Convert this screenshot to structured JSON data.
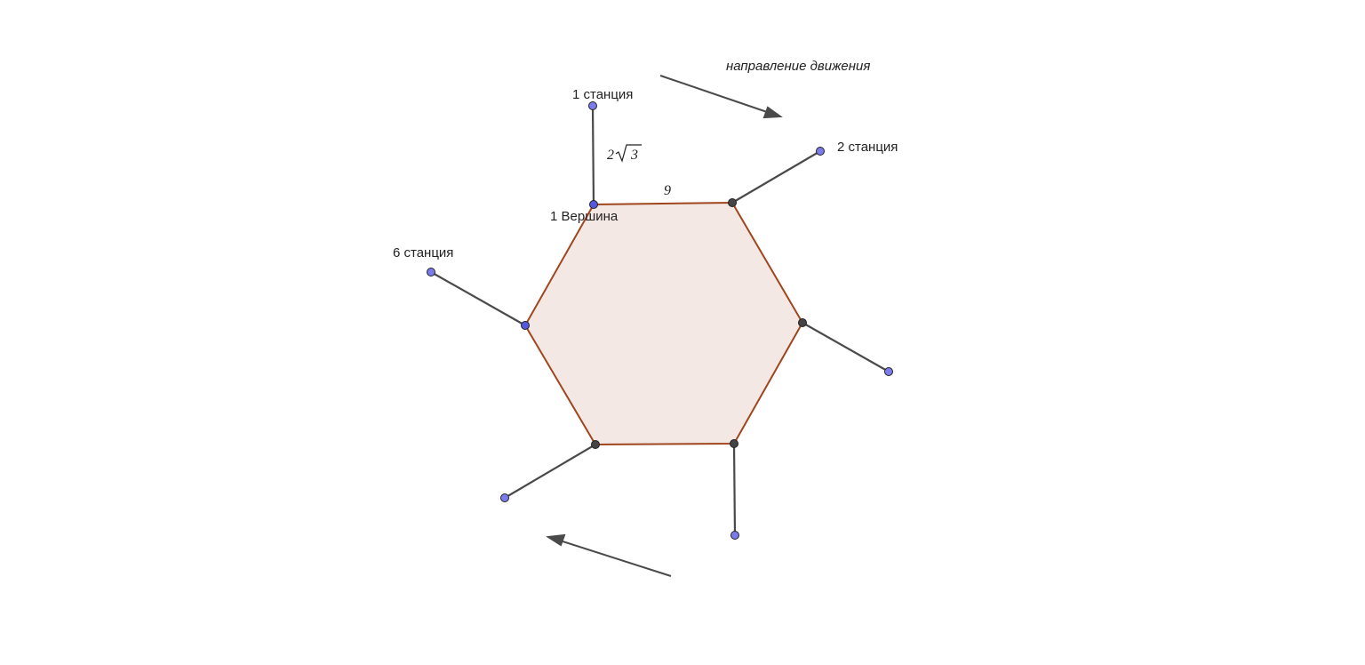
{
  "colors": {
    "hexagon_fill": "#f3e8e3",
    "hexagon_stroke": "#a0461e",
    "segment": "#4a4a4a",
    "station_point": "#7b7bec",
    "vertex_point_dark": "#444444",
    "vertex_point_blue": "#5757e0",
    "point_outline": "#222222"
  },
  "labels": {
    "direction": "направление движения",
    "station_1": "1 станция",
    "station_2": "2 станция",
    "station_6": "6 станция",
    "vertex_1": "1 Вершина",
    "side_length": "9",
    "spoke_length_coef": "2",
    "spoke_length_radicand": "3"
  },
  "icons": {
    "direction_arrows": "arrow-icon",
    "radical_sign": "sqrt-icon"
  }
}
